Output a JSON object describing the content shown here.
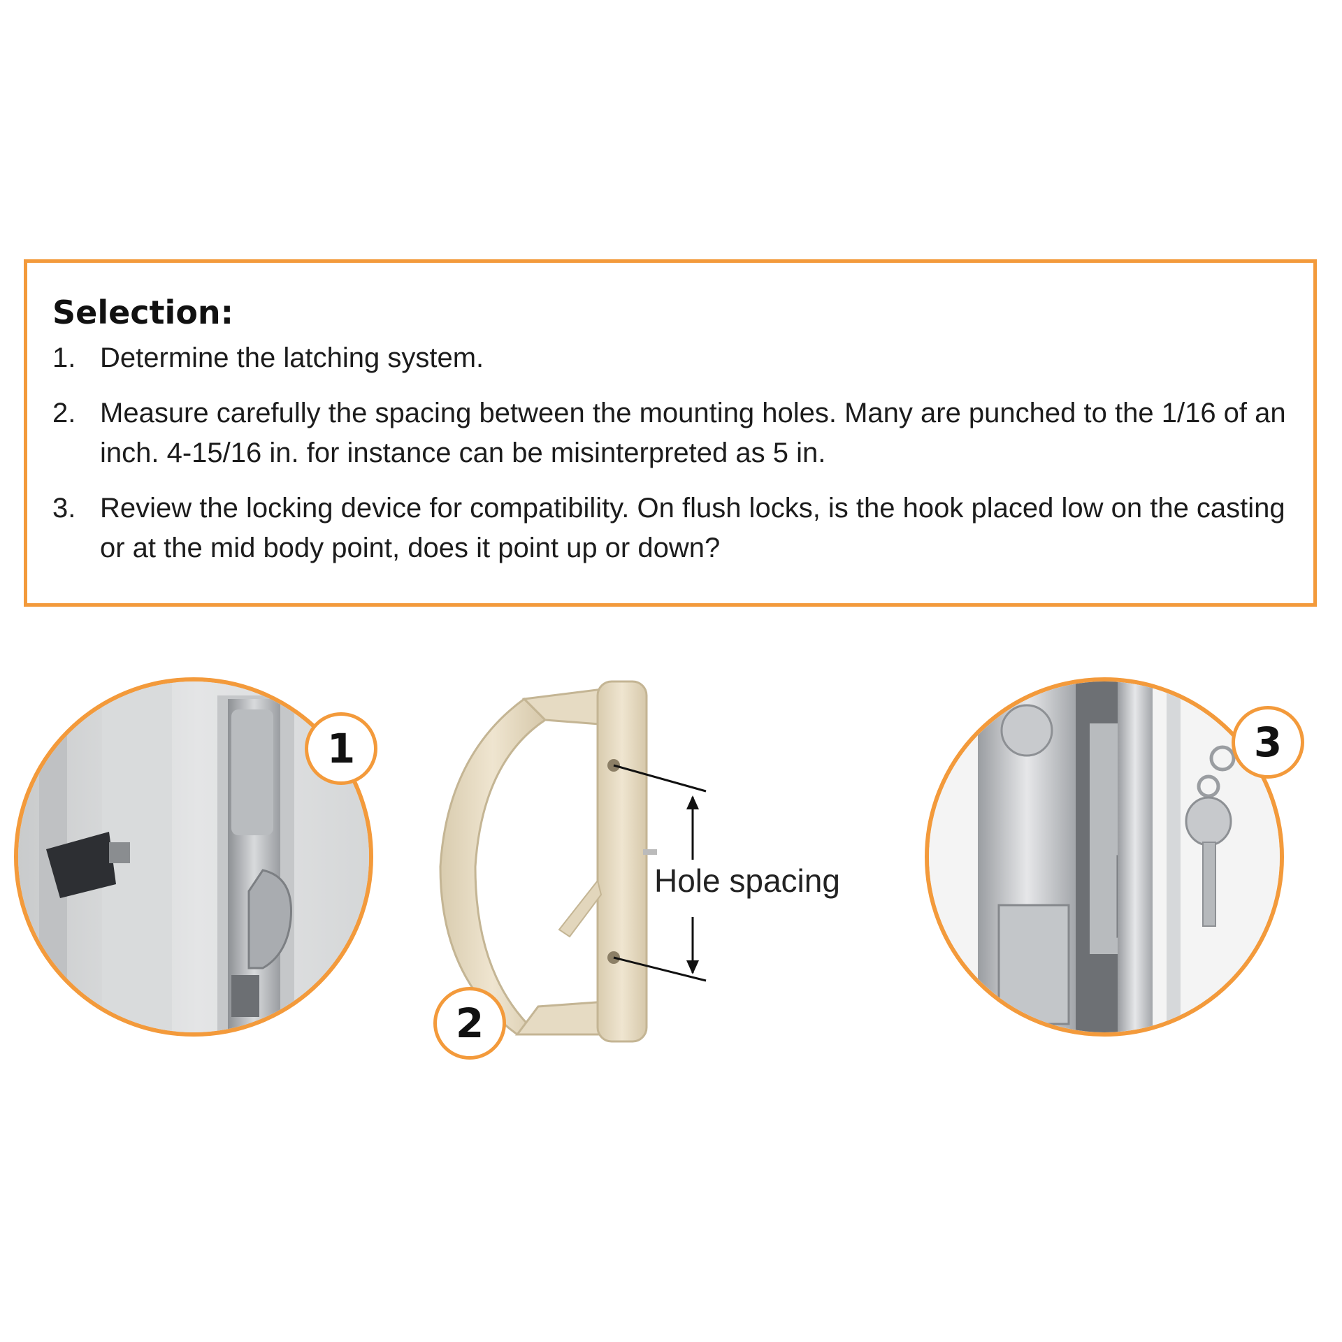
{
  "selection": {
    "title": "Selection:",
    "steps": [
      {
        "num": "1.",
        "text": "Determine the latching system."
      },
      {
        "num": "2.",
        "text": "Measure carefully the spacing between the mounting holes. Many are punched to the 1/16 of an inch. 4-15/16 in. for instance can be misinterpreted as 5 in."
      },
      {
        "num": "3.",
        "text": "Review the locking device for compatibility. On flush locks, is the hook placed low on the casting or at the mid body point, does it point up or down?"
      }
    ]
  },
  "figures": {
    "badge1": "1",
    "badge2": "2",
    "badge3": "3",
    "hole_spacing_label": "Hole spacing"
  },
  "colors": {
    "accent_orange": "#f39a3b",
    "handle_beige": "#e8dcc3"
  }
}
